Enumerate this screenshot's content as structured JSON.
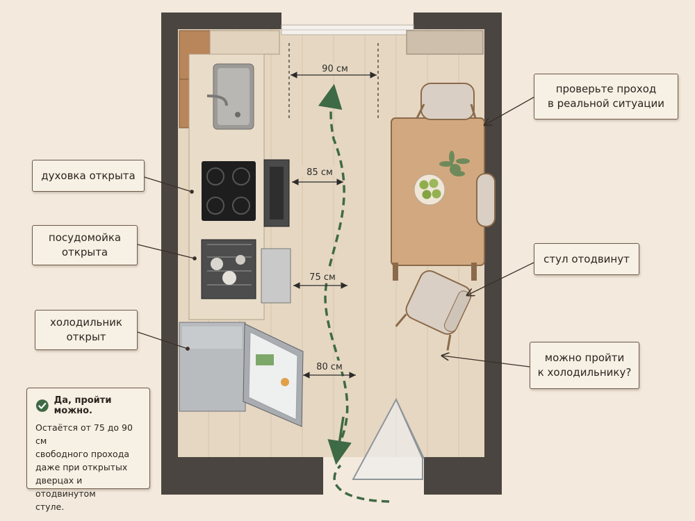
{
  "labels": {
    "oven": "духовка открыта",
    "dishwasher": "посудомойка\nоткрыта",
    "fridge": "холодильник\nоткрыт",
    "check_passage": "проверьте проход\nв реальной ситуации",
    "chair_moved": "стул отодвинут",
    "pass_to_fridge": "можно пройти\nк холодильнику?"
  },
  "dimensions": {
    "top": "90 см",
    "oven": "85 см",
    "dishwasher": "75 см",
    "fridge": "80 см"
  },
  "answer": {
    "title": "Да, пройти можно.",
    "body": "Остаётся от 75 до 90 см\nсвободного прохода\nдаже при открытых\nдверцах и отодвинутом\nстуле."
  },
  "colors": {
    "wall": "#4a4540",
    "floor": "#e6d7c2",
    "counter": "#e9ddca",
    "cabinet_wood": "#b9855a",
    "path_green": "#3e6a45",
    "table_wood": "#d2a880",
    "chair_fabric": "#d9cfc4"
  }
}
